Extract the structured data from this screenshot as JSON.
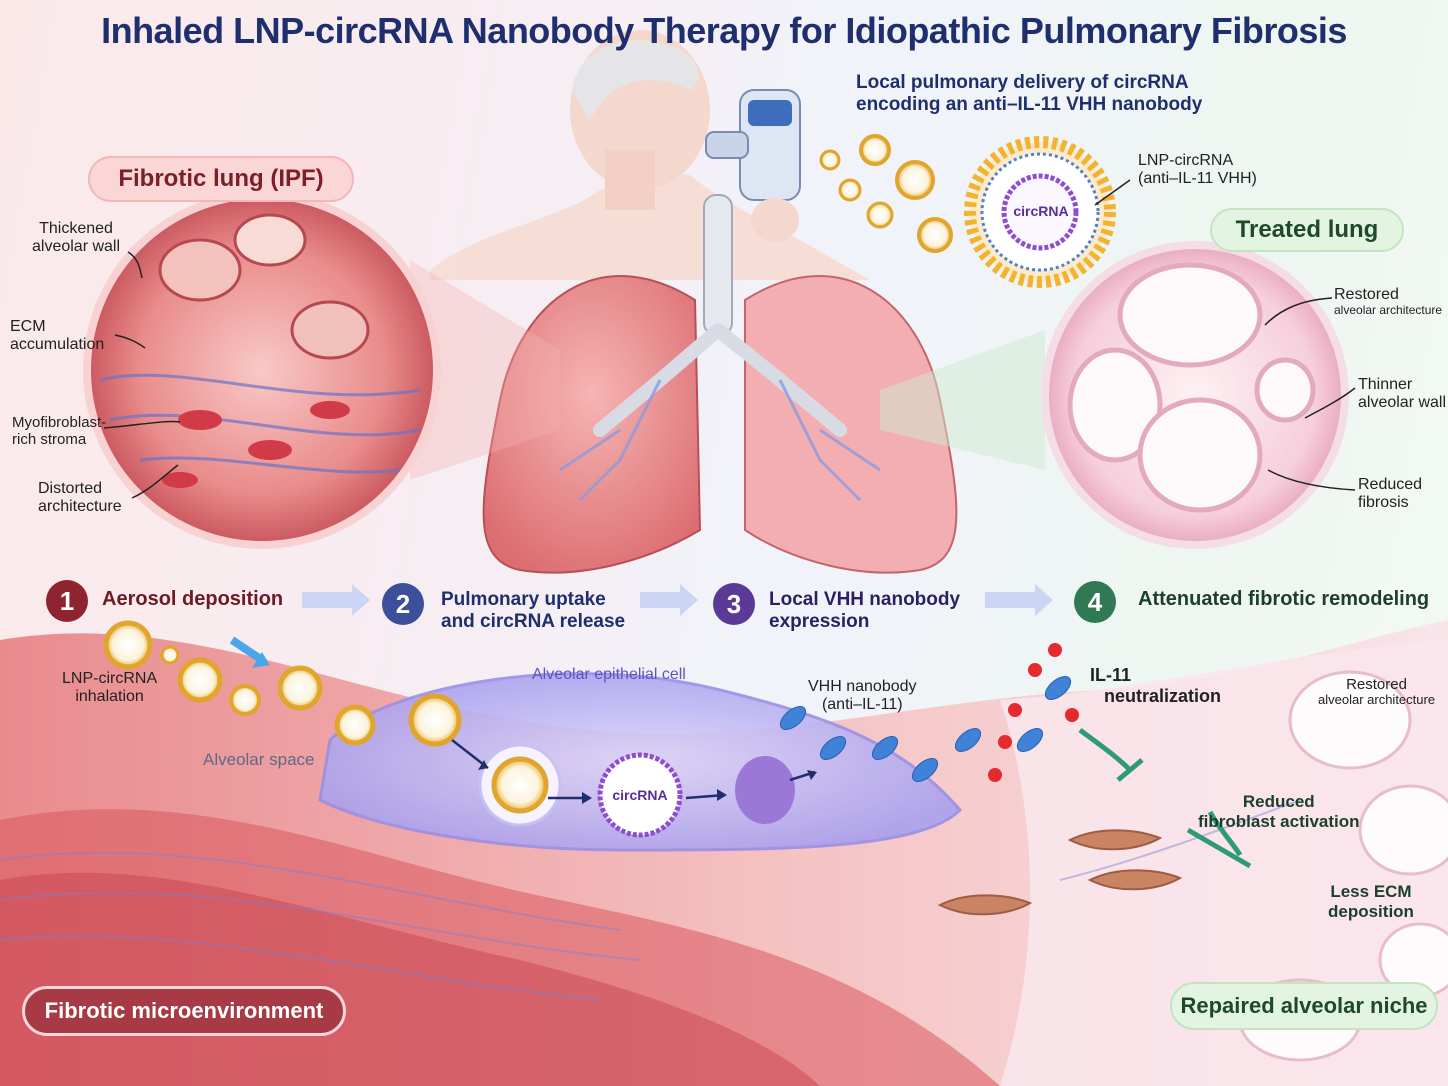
{
  "title": "Inhaled LNP-circRNA Nanobody Therapy for Idiopathic Pulmonary Fibrosis",
  "subtitle": [
    "Local pulmonary delivery of circRNA",
    "encoding an anti–IL-11 VHH nanobody"
  ],
  "lnp_label": [
    "LNP-circRNA",
    "(anti–IL-11 VHH)"
  ],
  "circrna_text": "circRNA",
  "fibrotic_panel": {
    "title": "Fibrotic lung (IPF)",
    "labels": [
      [
        "Thickened",
        "alveolar wall"
      ],
      [
        "ECM",
        "accumulation"
      ],
      [
        "Myofibroblast-",
        "rich stroma"
      ],
      [
        "Distorted",
        "architecture"
      ]
    ]
  },
  "treated_panel": {
    "title": "Treated lung",
    "labels": [
      [
        "Restored",
        "alveolar architecture"
      ],
      [
        "Thinner",
        "alveolar wall"
      ],
      [
        "Reduced",
        "fibrosis"
      ]
    ]
  },
  "steps": [
    {
      "num": "1",
      "text": [
        "Aerosol deposition"
      ],
      "color": "#8e2430",
      "text_color": "#6e1a25"
    },
    {
      "num": "2",
      "text": [
        "Pulmonary uptake",
        "and circRNA release"
      ],
      "color": "#3b4f9a",
      "text_color": "#1f2f6e"
    },
    {
      "num": "3",
      "text": [
        "Local VHH nanobody",
        "expression"
      ],
      "color": "#5a3a96",
      "text_color": "#2d1f63"
    },
    {
      "num": "4",
      "text": [
        "Attenuated fibrotic remodeling"
      ],
      "color": "#2f7a55",
      "text_color": "#1c3f2b"
    }
  ],
  "mechanism": {
    "inhalation": [
      "LNP-circRNA",
      "inhalation"
    ],
    "alveolar_space": "Alveolar space",
    "epithelial_cell": "Alveolar epithelial cell",
    "circrna": "circRNA",
    "vhh": [
      "VHH nanobody",
      "(anti–IL-11)"
    ],
    "il11": [
      "IL-11",
      "neutralization"
    ],
    "restored": [
      "Restored",
      "alveolar architecture"
    ],
    "fibroblast": [
      "Reduced",
      "fibroblast activation"
    ],
    "ecm": [
      "Less ECM",
      "deposition"
    ]
  },
  "bottom_left": "Fibrotic microenvironment",
  "bottom_right": "Repaired alveolar niche"
}
